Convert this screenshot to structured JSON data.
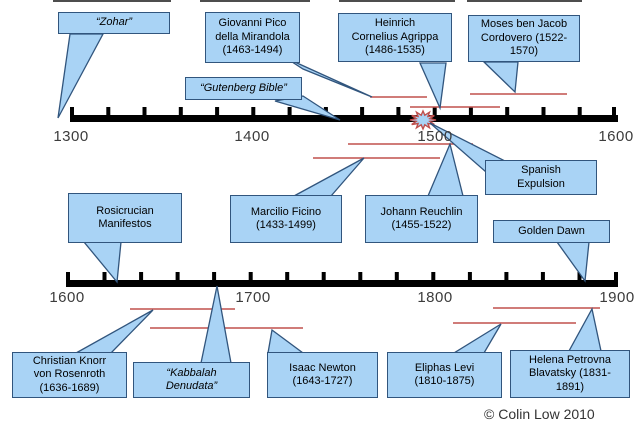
{
  "diagram_title": "Kabbalah history timeline",
  "colors": {
    "callout_fill": "#A9D3F5",
    "callout_border": "#31557D",
    "lifespan_line": "#C0504D",
    "timeline_bar": "#000000",
    "year_label": "#3C3C3C"
  },
  "top_timeline": {
    "range": "1300-1600",
    "tick_labels": [
      "1300",
      "1400",
      "1500",
      "1600"
    ]
  },
  "bottom_timeline": {
    "range": "1600-1900",
    "tick_labels": [
      "1600",
      "1700",
      "1800",
      "1900"
    ]
  },
  "callouts": [
    {
      "id": "zohar",
      "label": "“Zohar”"
    },
    {
      "id": "pico",
      "label": "Giovanni Pico\ndella Mirandola\n(1463-1494)"
    },
    {
      "id": "agrippa",
      "label": "Heinrich\nCornelius Agrippa\n(1486-1535)"
    },
    {
      "id": "cordovero",
      "label": "Moses ben Jacob\nCordovero (1522-\n1570)"
    },
    {
      "id": "gutenberg",
      "label": "“Gutenberg Bible”"
    },
    {
      "id": "spanish-expulsion",
      "label": "Spanish\nExpulsion"
    },
    {
      "id": "rosicrucian",
      "label": "Rosicrucian\nManifestos"
    },
    {
      "id": "ficino",
      "label": "Marcilio Ficino\n(1433-1499)"
    },
    {
      "id": "reuchlin",
      "label": "Johann Reuchlin\n(1455-1522)"
    },
    {
      "id": "golden-dawn",
      "label": "Golden Dawn"
    },
    {
      "id": "knorr",
      "label": "Christian Knorr\nvon Rosenroth\n(1636-1689)"
    },
    {
      "id": "kabbalah-denudata",
      "label": "“Kabbalah\nDenudata”"
    },
    {
      "id": "newton",
      "label": "Isaac Newton\n(1643-1727)"
    },
    {
      "id": "levi",
      "label": "Eliphas Levi\n(1810-1875)"
    },
    {
      "id": "blavatsky",
      "label": "Helena Petrovna\nBlavatsky (1831-\n1891)"
    }
  ],
  "lifespans_shown": [
    {
      "person": "Marcilio Ficino",
      "years": "1433-1499",
      "timeline": "top"
    },
    {
      "person": "Johann Reuchlin",
      "years": "1455-1522",
      "timeline": "top"
    },
    {
      "person": "Giovanni Pico della Mirandola",
      "years": "1463-1494",
      "timeline": "top"
    },
    {
      "person": "Heinrich Cornelius Agrippa",
      "years": "1486-1535",
      "timeline": "top"
    },
    {
      "person": "Moses ben Jacob Cordovero",
      "years": "1522-1570",
      "timeline": "top"
    },
    {
      "person": "Christian Knorr von Rosenroth",
      "years": "1636-1689",
      "timeline": "bottom"
    },
    {
      "person": "Isaac Newton",
      "years": "1643-1727",
      "timeline": "bottom"
    },
    {
      "person": "Eliphas Levi",
      "years": "1810-1875",
      "timeline": "bottom"
    },
    {
      "person": "Helena Petrovna Blavatsky",
      "years": "1831-1891",
      "timeline": "bottom"
    }
  ],
  "markers": [
    {
      "id": "starburst-1492",
      "meaning": "Spanish Expulsion burst on top timeline near 1492"
    }
  ],
  "copyright": "© Colin Low 2010"
}
